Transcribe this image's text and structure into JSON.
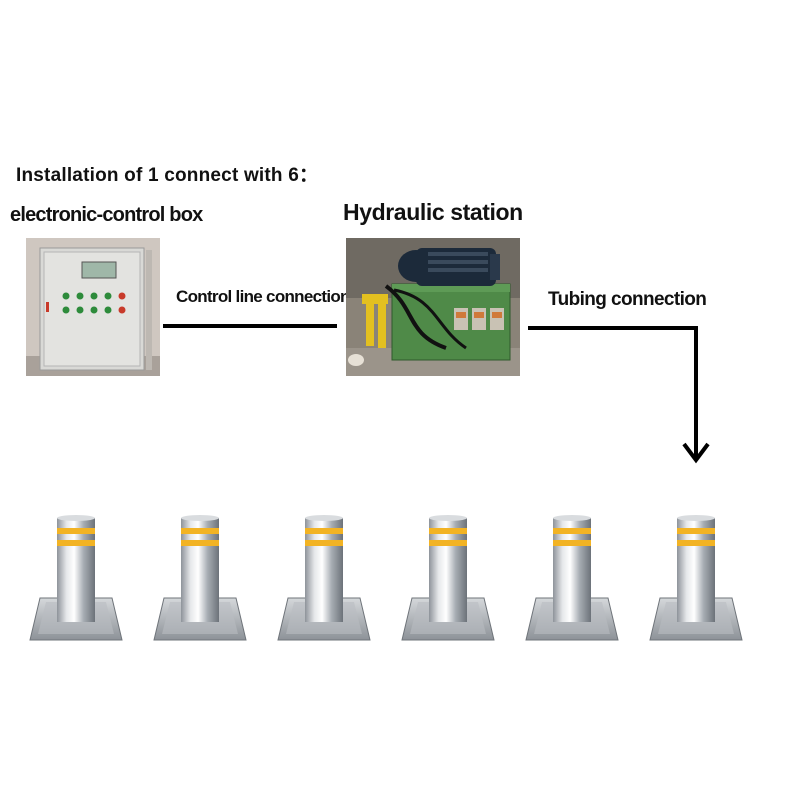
{
  "title": "Installation of 1 connect with 6：",
  "components": {
    "control_box": {
      "label": "electronic-control box"
    },
    "hydraulic_station": {
      "label": "Hydraulic station"
    }
  },
  "connections": {
    "control_line": "Control line connection",
    "tubing": "Tubing connection"
  },
  "bollards": {
    "count": 6
  },
  "colors": {
    "line": "#000000",
    "stripe": "#f2b324",
    "steel": "#c9cdd2",
    "tank": "#4f8a48",
    "motor": "#1c2a3a"
  }
}
